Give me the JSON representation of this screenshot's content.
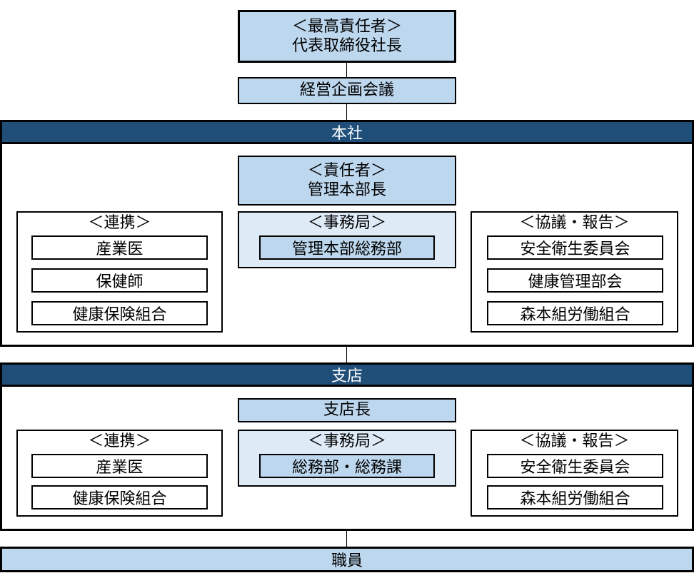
{
  "top": {
    "top_executive": {
      "role": "＜最高責任者＞",
      "name": "代表取締役社長"
    },
    "management_meeting": "経営企画会議"
  },
  "headquarters": {
    "header": "本社",
    "responsible": {
      "role": "＜責任者＞",
      "name": "管理本部長"
    },
    "cooperation": {
      "title": "＜連携＞",
      "items": [
        "産業医",
        "保健師",
        "健康保険組合"
      ]
    },
    "secretariat": {
      "title": "＜事務局＞",
      "item": "管理本部総務部"
    },
    "consultation": {
      "title": "＜協議・報告＞",
      "items": [
        "安全衛生委員会",
        "健康管理部会",
        "森本組労働組合"
      ]
    }
  },
  "branch": {
    "header": "支店",
    "manager": "支店長",
    "cooperation": {
      "title": "＜連携＞",
      "items": [
        "産業医",
        "健康保険組合"
      ]
    },
    "secretariat": {
      "title": "＜事務局＞",
      "item": "総務部・総務課"
    },
    "consultation": {
      "title": "＜協議・報告＞",
      "items": [
        "安全衛生委員会",
        "森本組労働組合"
      ]
    }
  },
  "staff": "職員",
  "colors": {
    "header_bg": "#1f4e79",
    "box_mid": "#bdd7ee",
    "box_light": "#deebf7"
  }
}
